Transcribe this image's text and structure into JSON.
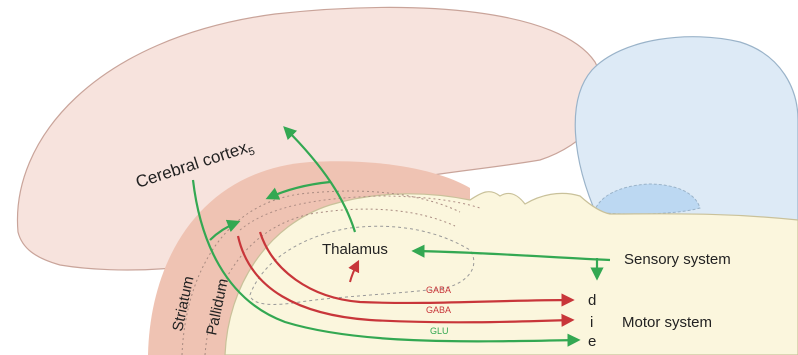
{
  "colors": {
    "cortex_fill": "#f7e3dd",
    "cortex_stroke": "#c9a49a",
    "striatum_fill": "#efc3b3",
    "brainstem_fill": "#fbf6dd",
    "brainstem_stroke": "#c9c19a",
    "cerebellum_fill": "#ddeaf6",
    "cerebellum_inner_fill": "#bcd8f2",
    "cerebellum_stroke": "#9ab3c9",
    "excitatory_arrow": "#33a852",
    "inhibitory_arrow": "#c8363a"
  },
  "labels": {
    "cortex": "Cerebral cortex",
    "cortex_subscript": "5",
    "thalamus": "Thalamus",
    "striatum": "Striatum",
    "pallidum": "Pallidum",
    "sensory": "Sensory system",
    "motor": "Motor system",
    "gaba_1": "GABA",
    "gaba_2": "GABA",
    "glu": "GLU",
    "out_d": "d",
    "out_i": "i",
    "out_e": "e"
  }
}
